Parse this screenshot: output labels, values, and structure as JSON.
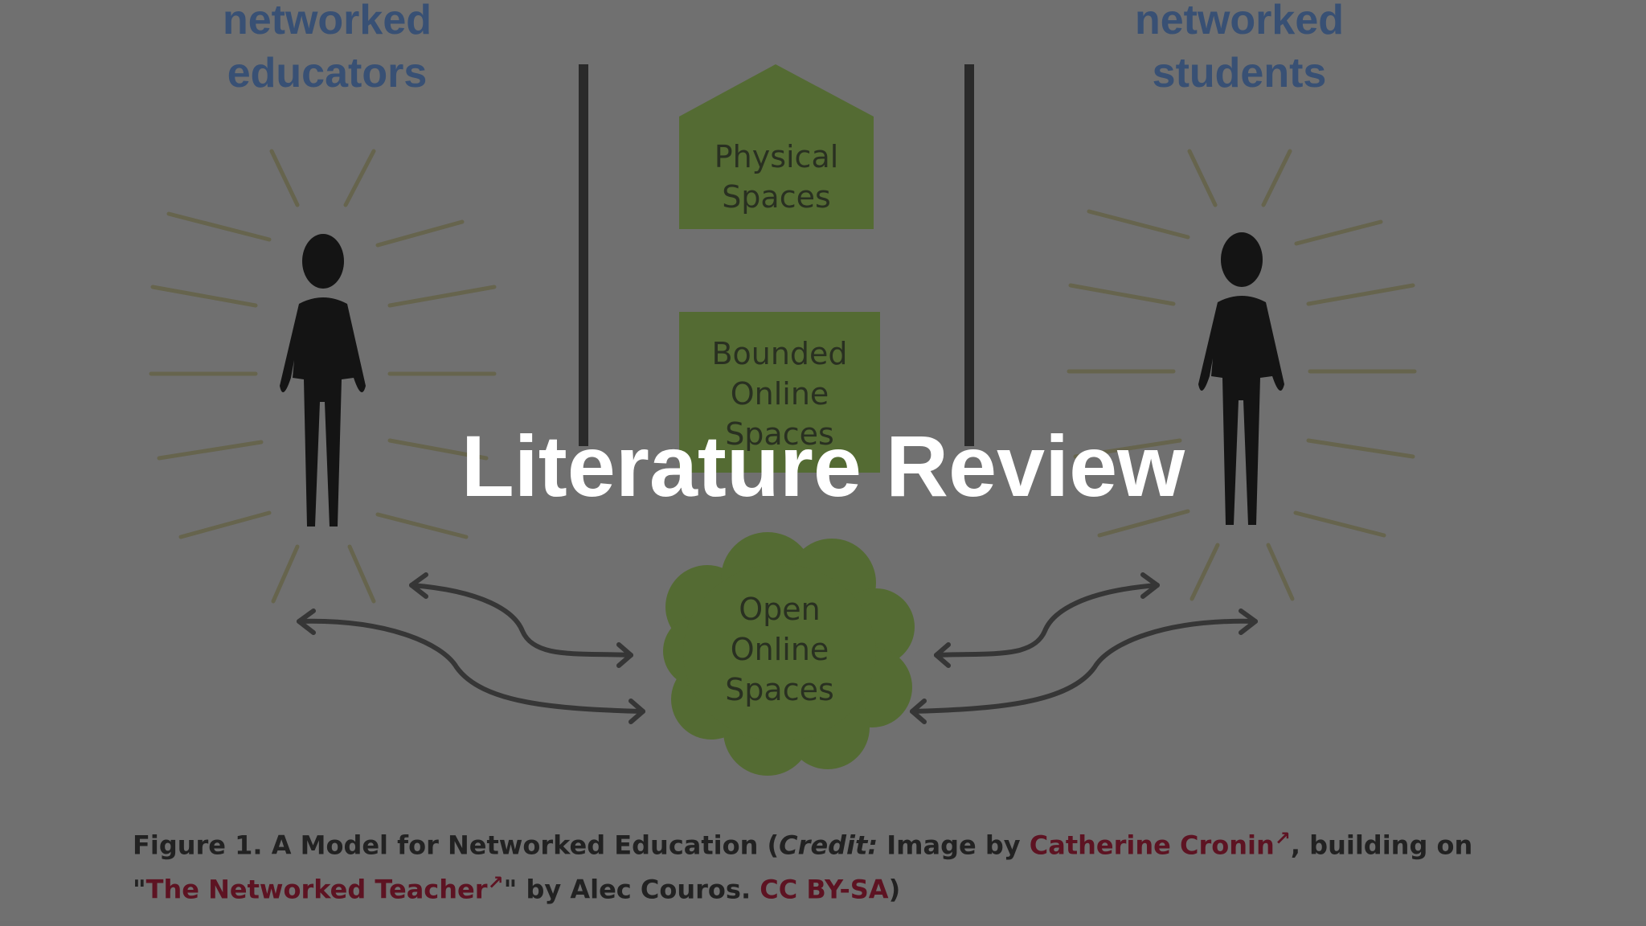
{
  "diagram": {
    "left_label": [
      "networked",
      "educators"
    ],
    "right_label": [
      "networked",
      "students"
    ],
    "physical_spaces": [
      "Physical",
      "Spaces"
    ],
    "bounded_spaces": [
      "Bounded",
      "Online",
      "Spaces"
    ],
    "open_spaces": [
      "Open",
      "Online",
      "Spaces"
    ]
  },
  "caption": {
    "line1_prefix": "Figure 1. A Model for Networked Education (",
    "credit_word": "Credit:",
    "image_by": " Image by ",
    "author_link": "Catherine Cronin",
    "building_on": ", building on",
    "quote_open": "\"",
    "work_link": "The Networked Teacher",
    "by_text": "\" by Alec Couros. ",
    "license_link": "CC BY-SA",
    "close": ")"
  },
  "slide": {
    "title": "Literature Review"
  },
  "colors": {
    "label_blue": "#3c5a86",
    "box_green": "#5f7a36",
    "link_red": "#6a0f22"
  }
}
